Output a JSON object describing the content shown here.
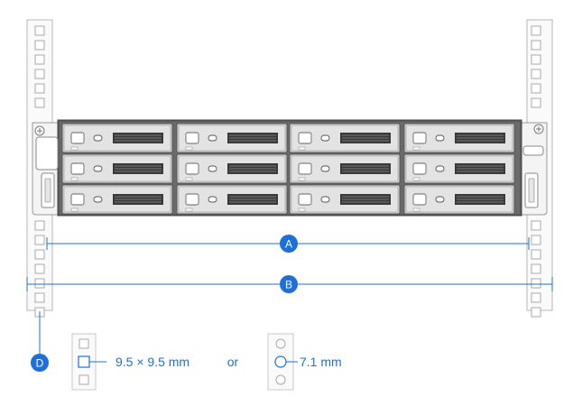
{
  "callouts": {
    "a": "A",
    "b": "B",
    "d": "D"
  },
  "holes": {
    "square_size": "9.5 × 9.5 mm",
    "separator": "or",
    "round_size": "7.1 mm"
  },
  "drive_bays": {
    "rows": 3,
    "groups": 4,
    "per_group": 1
  },
  "colors": {
    "accent": "#1E6FD9",
    "outline": "#9A9A9A",
    "chassis_light": "#F2F2F2",
    "chassis_dark": "#5C5C5C",
    "tray": "#E3E3E3",
    "vent": "#3A3A3A"
  }
}
